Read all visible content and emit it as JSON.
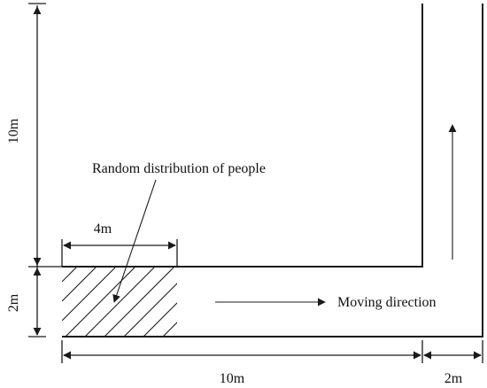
{
  "labels": {
    "dim_vertical_upper": "10m",
    "dim_vertical_lower": "2m",
    "dim_bottom_left": "10m",
    "dim_bottom_right": "2m",
    "dim_top_block": "4m",
    "annotation": "Random distribution of people",
    "moving_direction": "Moving direction"
  }
}
